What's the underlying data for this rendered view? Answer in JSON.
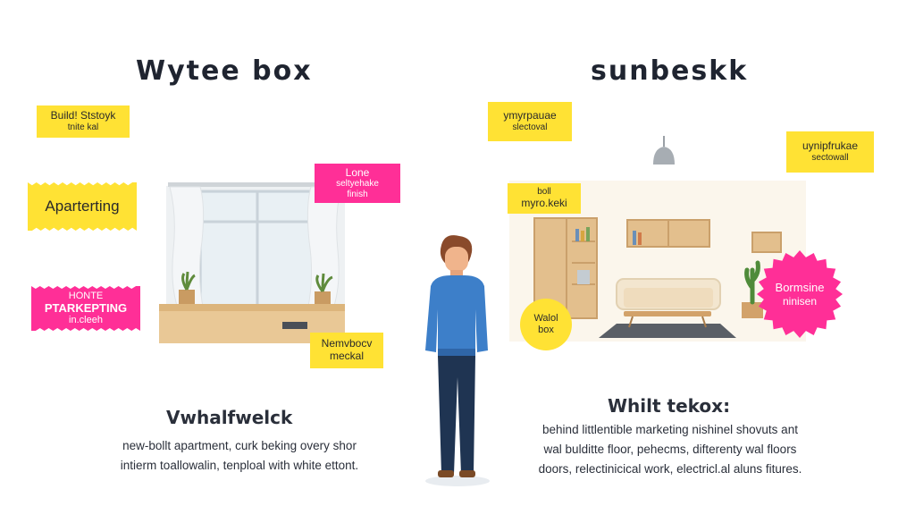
{
  "left": {
    "title": "Wytee box",
    "subhead": "Vwhalfwelck",
    "paragraph": [
      "new-bollt apartment, curk beking overy shor",
      "intierm toallowalin, tenploal with white ettont."
    ],
    "tags": {
      "build": [
        "Build! Ststоyk",
        "tnite kal"
      ],
      "apartment": [
        "Aparterting"
      ],
      "hontie": [
        "HONTE",
        "PTARKEPTING",
        "in.cleeh"
      ],
      "lone": [
        "Lone",
        "seltyehake",
        "finish"
      ],
      "nemvbocv": [
        "Nemvbocv",
        "meckal"
      ]
    }
  },
  "right": {
    "title": "sunbeskk",
    "subhead": "Whilt tekox:",
    "paragraph": [
      "behind  littlentible marketing nishinel shovuts ant",
      "wal bulditte floor, pehecms, difterenty wal floors",
      "doors, relectinicical work, electricl.al aluns fitures."
    ],
    "tags": {
      "ymypauae": [
        "ymyrpauae",
        "slectoval"
      ],
      "uynipfrukae": [
        "uynipfrukae",
        "sectowall"
      ],
      "myro": [
        "boll",
        "myro.keki"
      ]
    },
    "badges": {
      "wall_box": [
        "Walol",
        "box"
      ],
      "bormsine": [
        "Bormsine",
        "ninisen"
      ]
    }
  },
  "colors": {
    "yellow": "#ffe234",
    "pink": "#ff2f97",
    "shirt": "#3d7fc9",
    "jeans": "#1f3452",
    "wood": "#e3bf8d"
  }
}
